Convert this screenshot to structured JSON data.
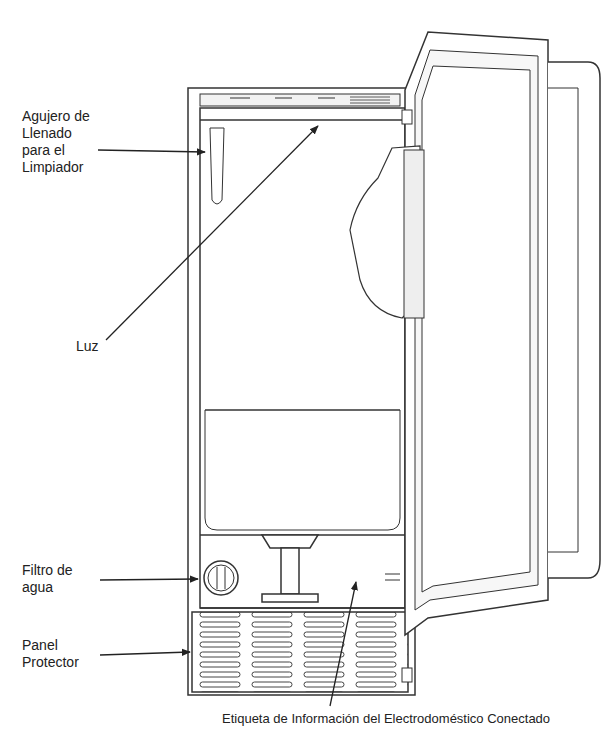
{
  "diagram": {
    "labels": [
      "Agujero de Llenado para el Limpiador",
      "Luz",
      "Filtro de agua",
      "Panel Protector",
      "Etiqueta de Información del Electrodoméstico Conectado"
    ]
  }
}
